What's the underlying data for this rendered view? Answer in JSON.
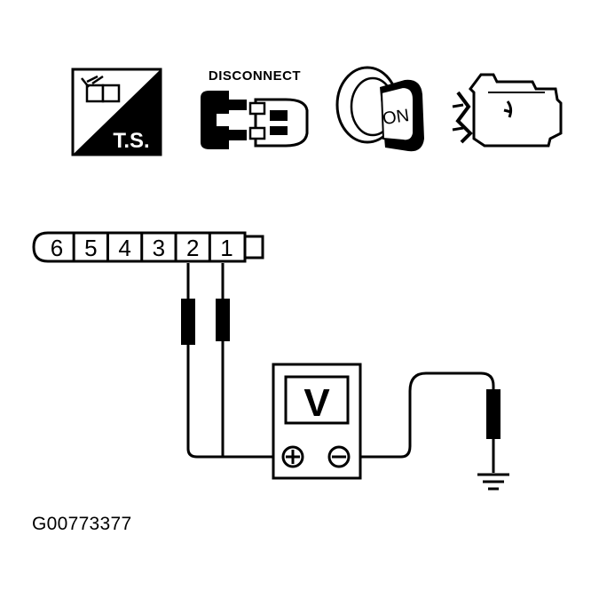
{
  "icons": {
    "ts_label": "T.S.",
    "disconnect_label": "DISCONNECT",
    "key_label": "ON"
  },
  "connector": {
    "pins": [
      "6",
      "5",
      "4",
      "3",
      "2",
      "1"
    ]
  },
  "meter": {
    "label": "V"
  },
  "figure_id": "G00773377",
  "colors": {
    "ink": "#000000",
    "paper": "#ffffff"
  }
}
